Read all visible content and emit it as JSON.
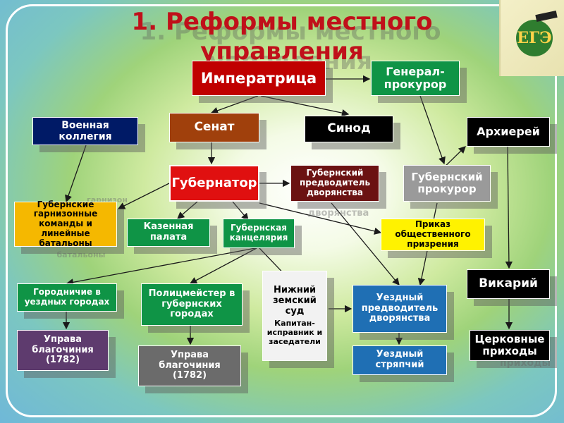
{
  "title": "1. Реформы местного управления",
  "logo": {
    "text": "ЕГЭ"
  },
  "nodes": {
    "empress": "Императрица",
    "procurator_general": "Генерал-прокурор",
    "military_collegium": "Военная коллегия",
    "senate": "Сенат",
    "synod": "Синод",
    "archbishop": "Архиерей",
    "governor": "Губернатор",
    "noble_marshal_gub": "Губернский предводитель дворянства",
    "gub_procurator": "Губернский прокурор",
    "garrisons": "Губернские гарнизонные команды и линейные батальоны",
    "treasury": "Казенная палата",
    "chancellery": "Губернская канцелярия",
    "public_charity": "Приказ общественного призрения",
    "vicar": "Викарий",
    "gorodnichie": "Городничие в уездных городах",
    "politsmeister": "Полицмейстер в губернских городах",
    "zemsky_court_title": "Нижний земский суд",
    "zemsky_court_sub": "Капитан-исправник и заседатели",
    "uezd_marshal": "Уездный предводитель дворянства",
    "church_parishes": "Церковные приходы",
    "deanery_1": "Управа благочиния (1782)",
    "deanery_2": "Управа благочиния (1782)",
    "uezd_attorney": "Уездный стряпчий"
  },
  "colors": {
    "title_red": "#c0101a",
    "dark_red": "#c00000",
    "navy": "#001a66",
    "brown": "#a0400c",
    "black": "#000000",
    "bright_red": "#e01010",
    "maroon": "#6b1212",
    "grey": "#9a9a9a",
    "orange": "#f5b800",
    "green": "#0f9446",
    "yellow": "#fff200",
    "blue": "#1f6fb4",
    "purple": "#5e3b6e",
    "dark_grey": "#6b6b6b",
    "light": "#f2f2f2"
  }
}
